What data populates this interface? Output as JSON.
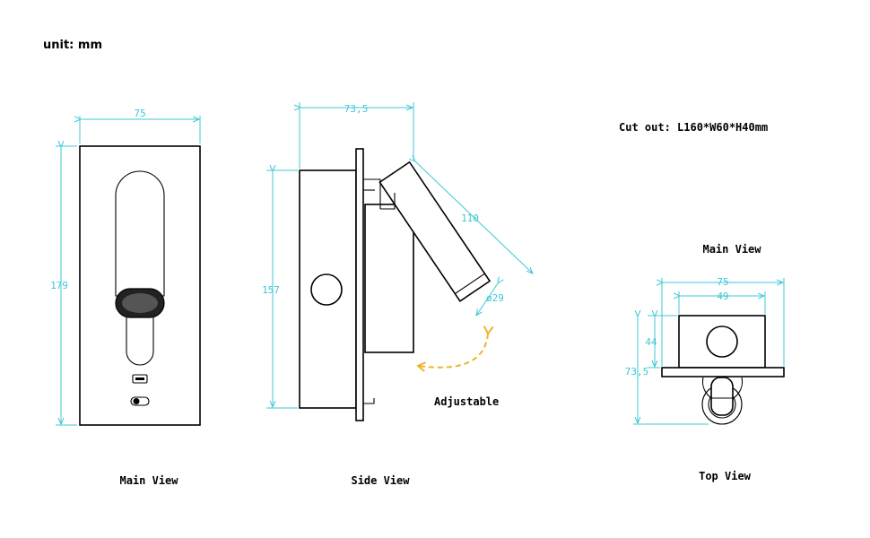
{
  "header": {
    "unit_label": "unit: mm"
  },
  "captions": {
    "main_view": "Main View",
    "side_view": "Side View",
    "top_view": "Top View",
    "top_main_view": "Main View"
  },
  "notes": {
    "cut_out": "Cut out: L160*W60*H40mm",
    "adjustable": "Adjustable"
  },
  "dimensions": {
    "front_width": "75",
    "front_height": "179",
    "side_depth": "73,5",
    "side_height": "157",
    "arm_length": "110",
    "lamp_diameter": "ø29",
    "top_width_outer": "75",
    "top_width_inner": "49",
    "top_height_inner": "44",
    "top_height_outer": "73,5"
  },
  "colors": {
    "dimension_line": "#3cc8d6",
    "adjust_arrow": "#f0b42a",
    "outline": "#000000"
  },
  "icons": [
    "usb-port-icon",
    "toggle-switch-icon",
    "curved-arrow-icon"
  ]
}
